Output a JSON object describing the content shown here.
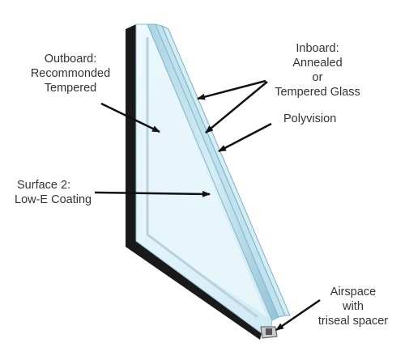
{
  "labels": {
    "outboard": [
      "Outboard:",
      "Recommonded",
      "Tempered"
    ],
    "inboard": [
      "Inboard:",
      "Annealed",
      "or",
      "Tempered Glass"
    ],
    "polyvision": [
      "Polyvision"
    ],
    "surface2": [
      "Surface 2:",
      "Low-E Coating"
    ],
    "airspace": [
      "Airspace",
      "with",
      "triseal spacer"
    ]
  },
  "colors": {
    "frame": "#1a1a1a",
    "glass_light": "#e6f6fc",
    "glass_mid": "#cdebf5",
    "glass_edge": "#9cc8d8",
    "glass_edge_dark": "#7fb0c2",
    "spacer": "#c8ccce",
    "arrow": "#111111",
    "text": "#333333"
  }
}
